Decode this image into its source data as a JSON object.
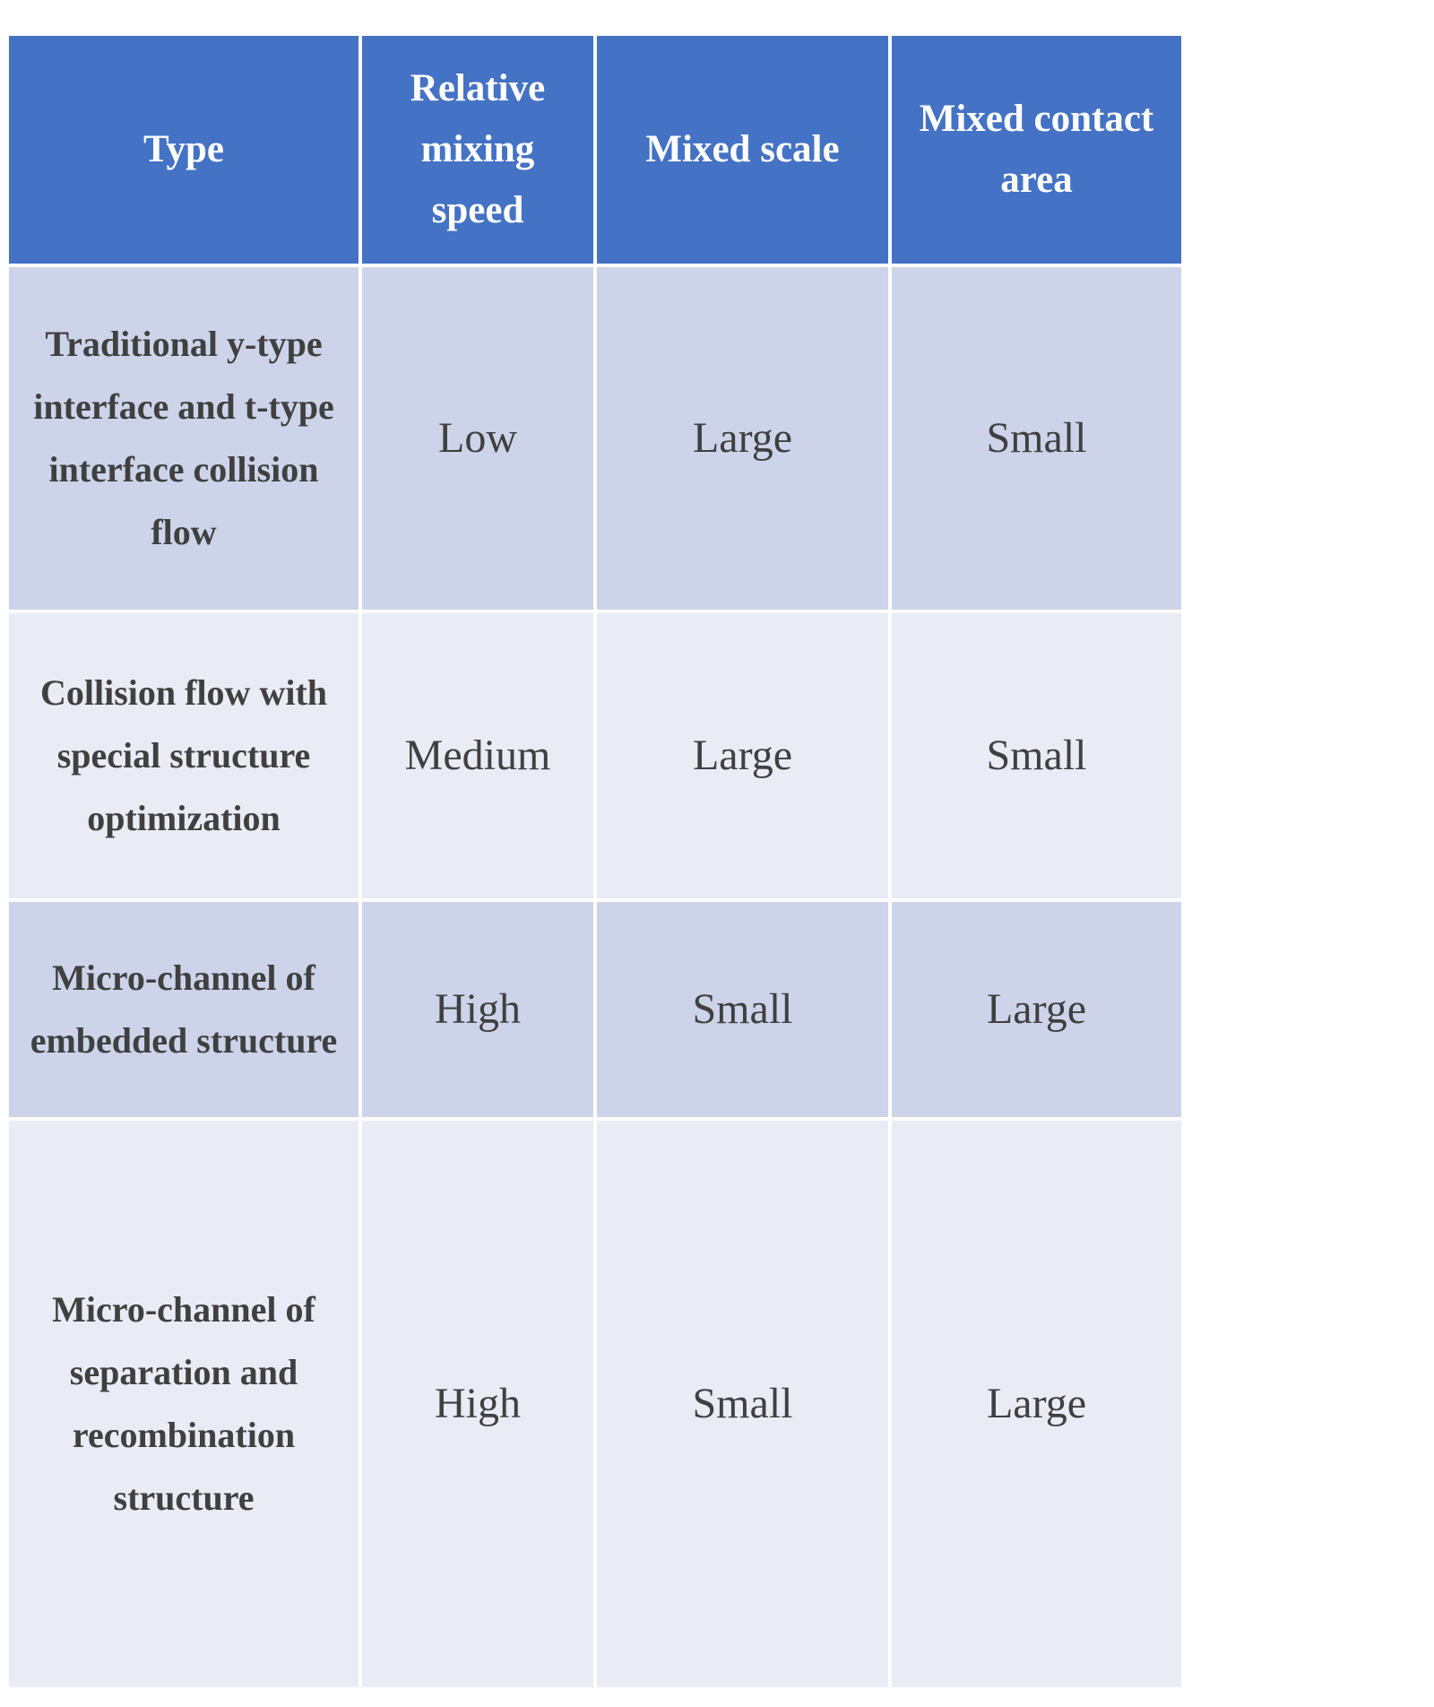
{
  "chart_data": {
    "type": "table",
    "title": "",
    "columns": [
      "Type",
      "Relative mixing speed",
      "Mixed scale",
      "Mixed contact area"
    ],
    "rows": [
      [
        "Traditional y-type interface and t-type interface collision flow",
        "Low",
        "Large",
        "Small"
      ],
      [
        "Collision flow with special structure optimization",
        "Medium",
        "Large",
        "Small"
      ],
      [
        "Micro-channel of embedded structure",
        "High",
        "Small",
        "Large"
      ],
      [
        "Micro-channel of separation and recombination structure",
        "High",
        "Small",
        "Large"
      ]
    ]
  },
  "colors": {
    "header_bg": "#4472C4",
    "header_text": "#FFFFFF",
    "row_band_dark_bg": "#CDD4E9",
    "row_band_light_bg": "#E9EBF5",
    "body_text": "#404040",
    "grid_lines": "#FFFFFF",
    "page_bg": "#FFFFFF"
  }
}
